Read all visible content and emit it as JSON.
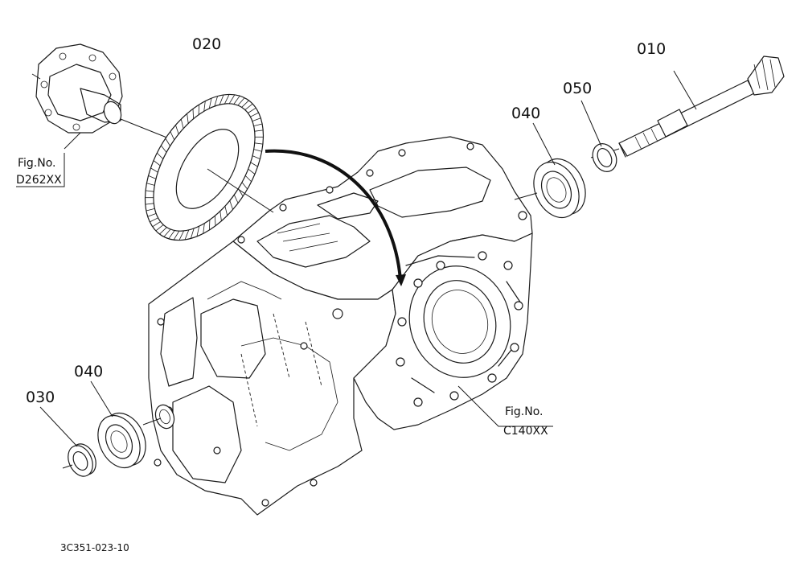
{
  "parts": [
    {
      "number": "010",
      "description": "bevel pinion shaft"
    },
    {
      "number": "020",
      "description": "ring gear"
    },
    {
      "number": "030",
      "description": "oil seal"
    },
    {
      "number": "040",
      "description": "ball bearing"
    },
    {
      "number": "050",
      "description": "shim washer"
    }
  ],
  "labels": {
    "p010": "010",
    "p020": "020",
    "p030": "030",
    "p040a": "040",
    "p040b": "040",
    "p050": "050"
  },
  "figrefs": {
    "differential": {
      "prefix": "Fig.No.",
      "code": "D262XX"
    },
    "housing": {
      "prefix": "Fig.No.",
      "code": "C140XX"
    }
  },
  "drawing_code": "3C351-023-10"
}
